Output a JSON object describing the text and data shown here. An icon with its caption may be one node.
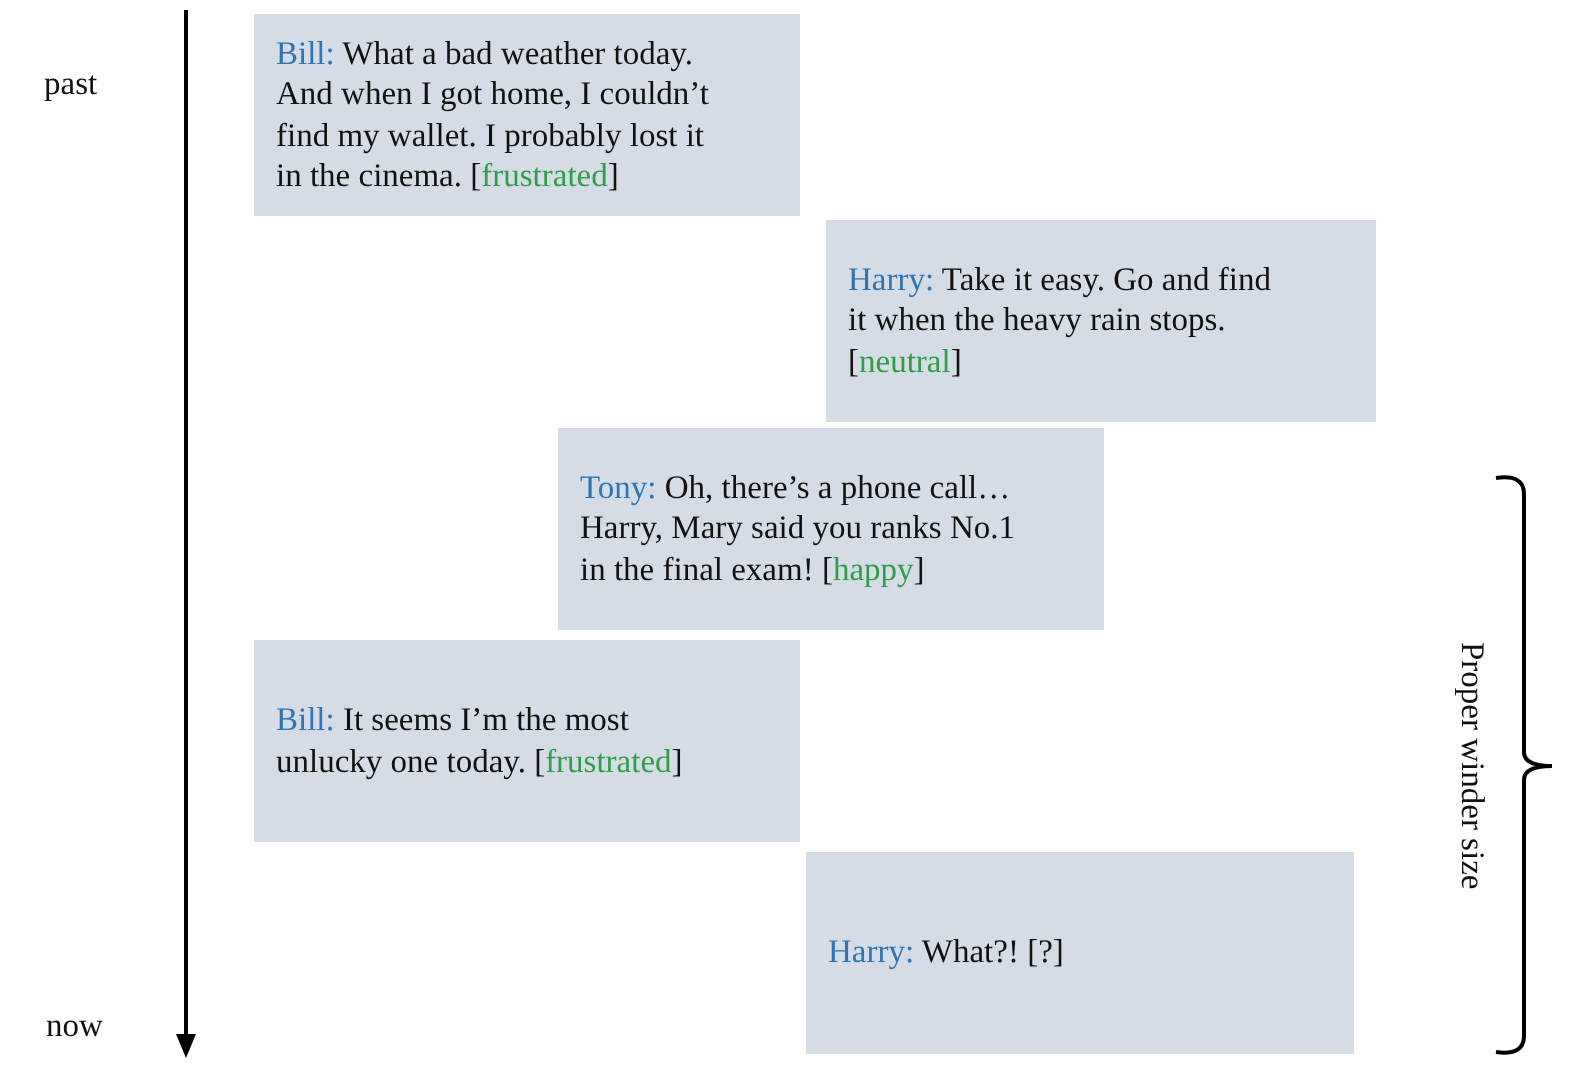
{
  "diagram": {
    "nodes": [
      {
        "text": [
          "Bill: What a bad weather today. And when I got home, I couldn’t find my wallet. I probably lost it in the cinema. [frustrated]"
        ]
      },
      {
        "text": [
          "Harry: Take it easy. Go and find it when the heavy rain stops. [neutral]"
        ]
      },
      {
        "text": [
          "Tony: Oh, there’s a phone call… Harry, Mary said you ranks No.1 in the final exam! [happy]"
        ]
      },
      {
        "text": [
          "Bill: It seems I’m the most unlucky one today. [frustrated]"
        ]
      },
      {
        "text": [
          "Harry: What?! [?]"
        ]
      }
    ],
    "labels": [
      "past",
      "Proper winder size",
      "now"
    ]
  }
}
